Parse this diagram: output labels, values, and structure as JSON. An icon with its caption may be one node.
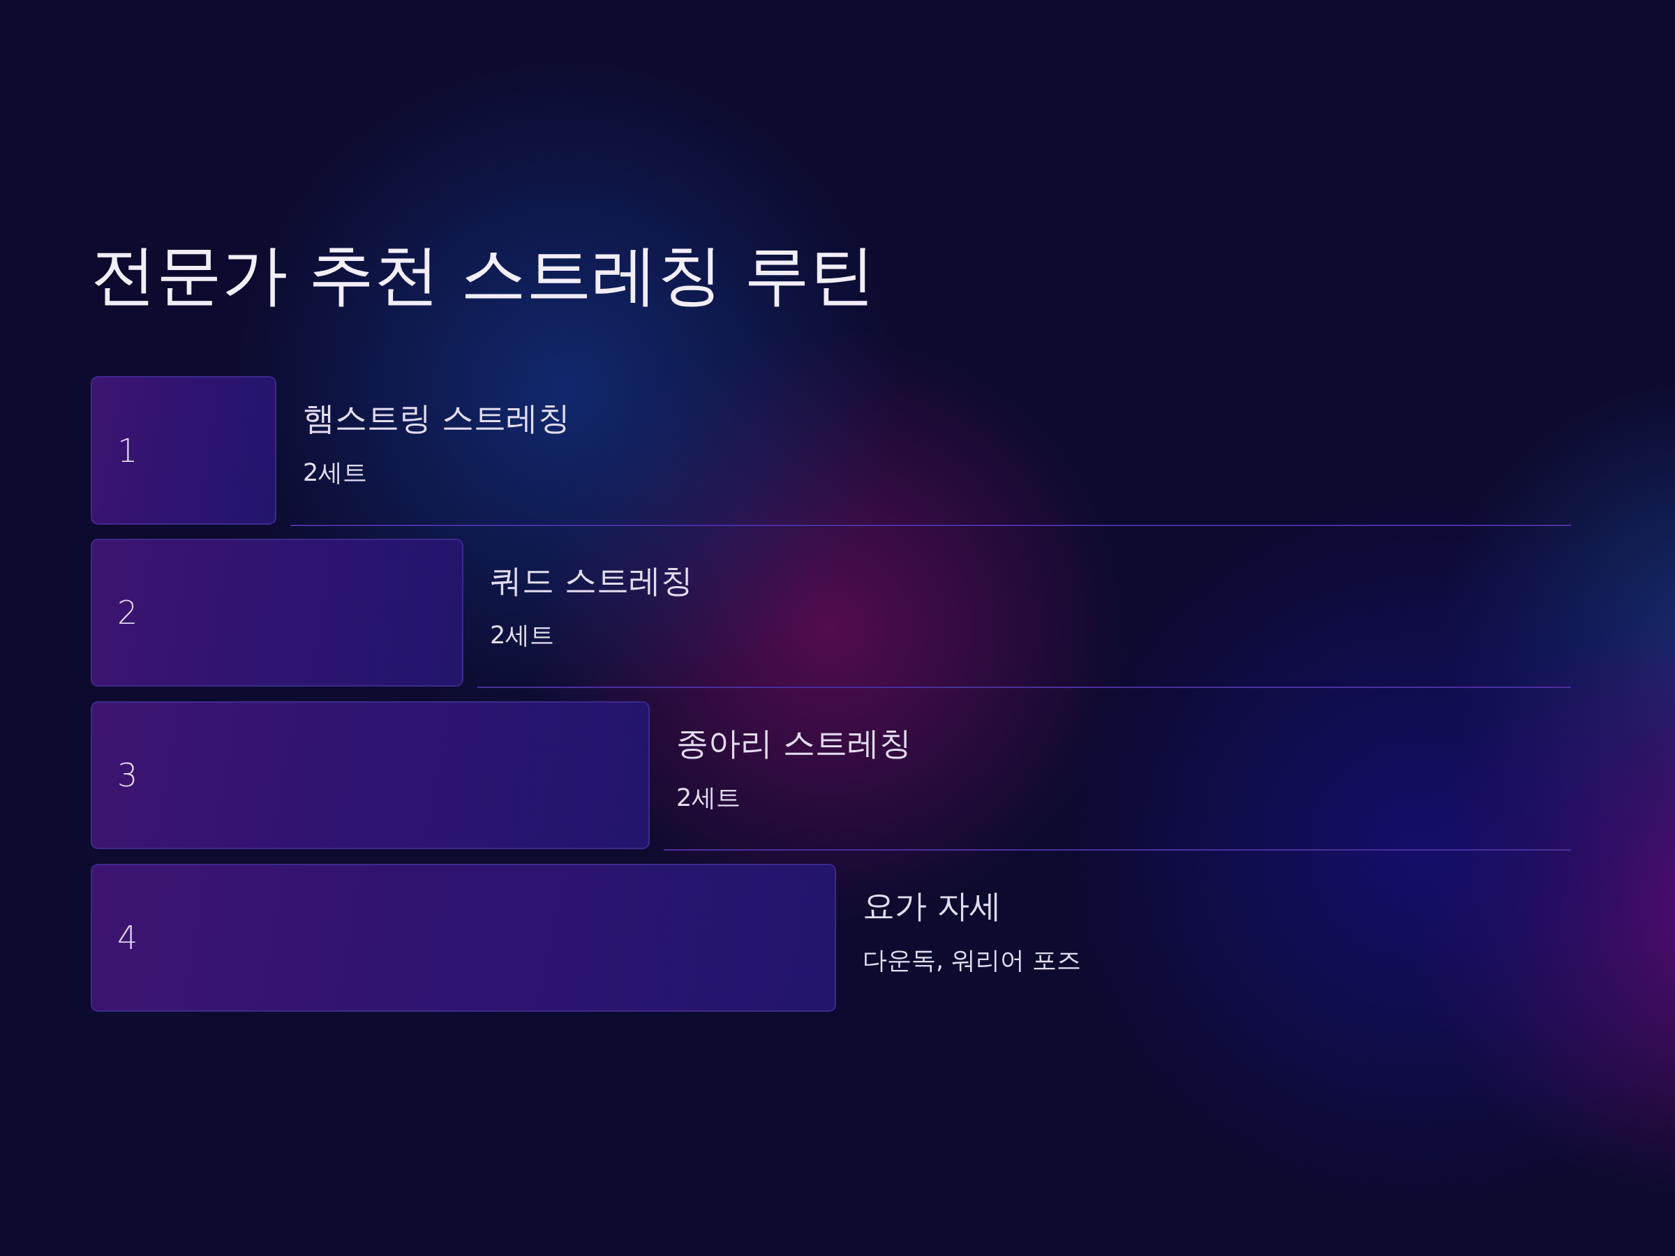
{
  "diagram": {
    "title": "전문가 추천 스트레칭 루틴",
    "nodes": [
      {
        "text": [
          "1"
        ],
        "beside": [
          "햄스트링 스트레칭",
          "2세트"
        ]
      },
      {
        "text": [
          "2"
        ],
        "beside": [
          "쿼드 스트레칭",
          "2세트"
        ]
      },
      {
        "text": [
          "3"
        ],
        "beside": [
          "종아리 스트레칭",
          "2세트"
        ]
      },
      {
        "text": [
          "4"
        ],
        "beside": [
          "요가 자세",
          "다운독, 워리어 포즈"
        ]
      }
    ]
  }
}
